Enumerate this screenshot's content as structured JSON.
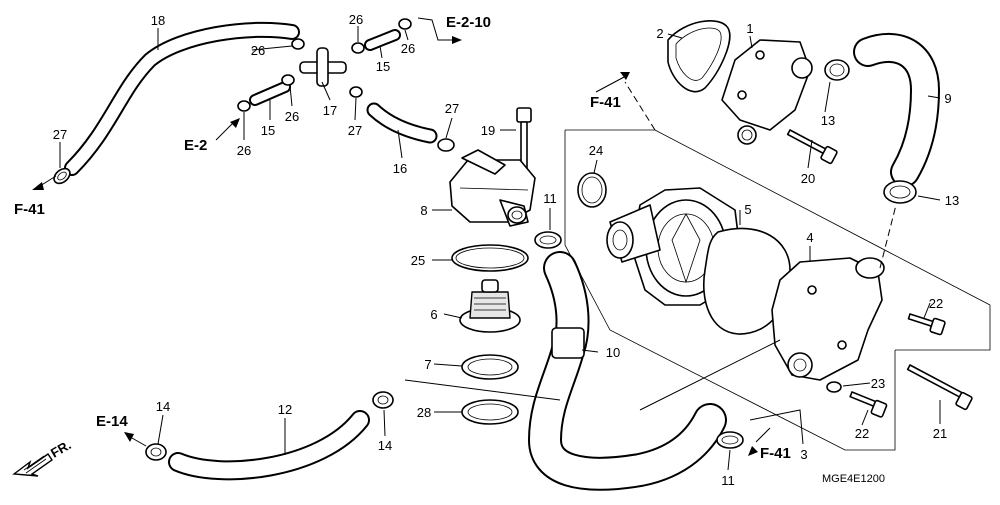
{
  "catalog_code": "MGE4E1200",
  "direction": {
    "label": "FR."
  },
  "references": {
    "e_2_10": "E-2-10",
    "e_2": "E-2",
    "e_14": "E-14",
    "f_41_left": "F-41",
    "f_41_top": "F-41",
    "f_41_bottom": "F-41"
  },
  "callouts": {
    "c1": "1",
    "c2": "2",
    "c3": "3",
    "c4": "4",
    "c5": "5",
    "c6": "6",
    "c7": "7",
    "c8": "8",
    "c9": "9",
    "c10": "10",
    "c11a": "11",
    "c11b": "11",
    "c12": "12",
    "c13a": "13",
    "c13b": "13",
    "c14a": "14",
    "c14b": "14",
    "c15a": "15",
    "c15b": "15",
    "c16": "16",
    "c17": "17",
    "c18": "18",
    "c19": "19",
    "c20": "20",
    "c21": "21",
    "c22a": "22",
    "c22b": "22",
    "c23": "23",
    "c24": "24",
    "c25": "25",
    "c26a": "26",
    "c26b": "26",
    "c26c": "26",
    "c26d": "26",
    "c26e": "26",
    "c27a": "27",
    "c27b": "27",
    "c27c": "27",
    "c28": "28"
  }
}
